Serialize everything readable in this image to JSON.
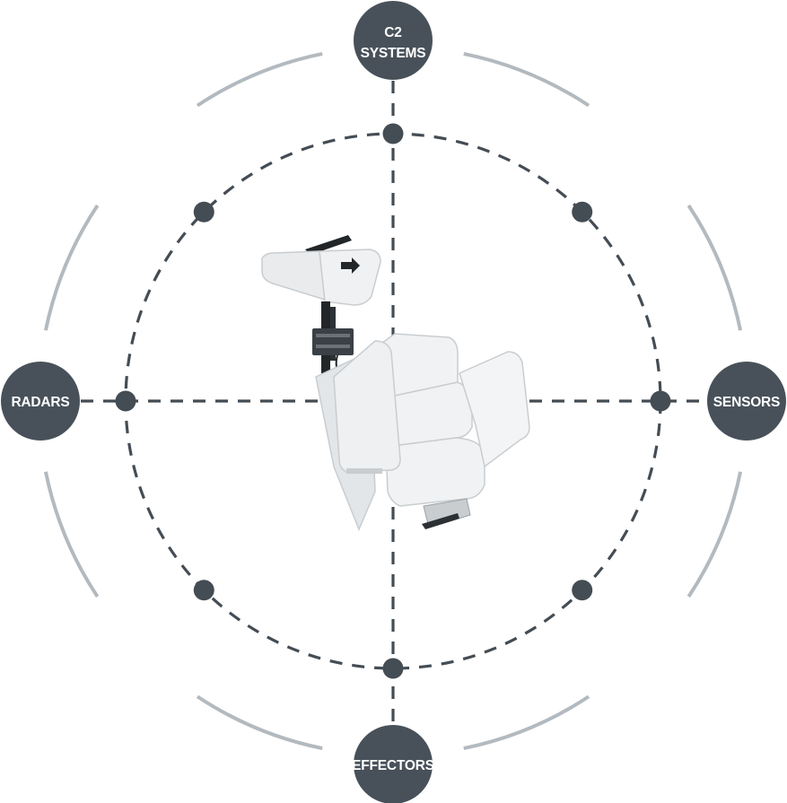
{
  "colors": {
    "node_fill": "#48515a",
    "dash_line": "#444c54",
    "outer_ring": "#b3babf",
    "device_body": "#eceeef",
    "device_shade": "#c9cdd0",
    "device_dark": "#222629"
  },
  "nodes": {
    "top": {
      "line1": "C2",
      "line2": "SYSTEMS"
    },
    "left": {
      "label": "RADARS"
    },
    "right": {
      "label": "SENSORS"
    },
    "bottom": {
      "label": "EFFECTORS"
    }
  },
  "center_device": {
    "icon": "radar-sensor-unit-icon"
  }
}
